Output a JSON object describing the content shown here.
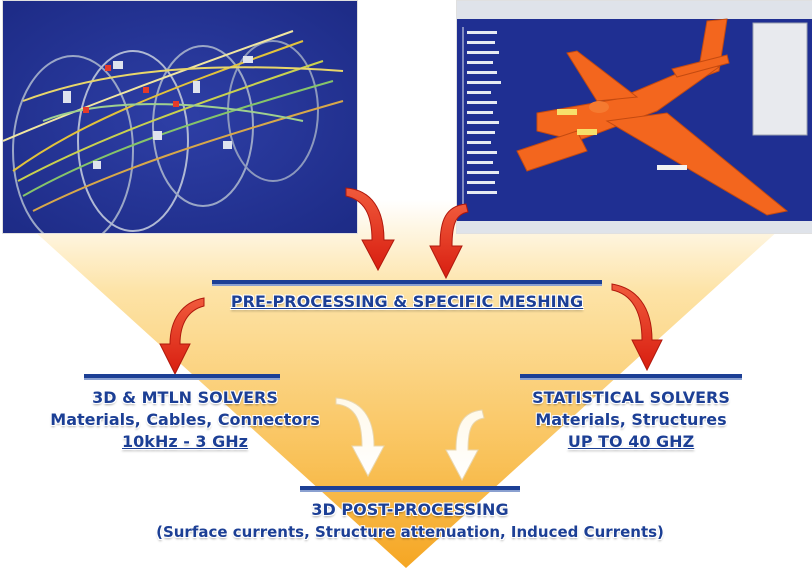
{
  "preprocessing": {
    "title": "PRE-PROCESSING & SPECIFIC MESHING"
  },
  "solvers_3d": {
    "title": "3D & MTLN SOLVERS",
    "subtitle": "Materials, Cables, Connectors",
    "range": "10kHz - 3 GHz"
  },
  "solvers_stat": {
    "title": "STATISTICAL SOLVERS",
    "subtitle": "Materials, Structures",
    "range": "UP TO 40 GHZ"
  },
  "postprocessing": {
    "title": "3D POST-PROCESSING",
    "subtitle": "(Surface currents, Structure attenuation, Induced Currents)"
  },
  "colors": {
    "accent_blue": "#1c3f95",
    "arrow_red": "#e8281e",
    "arrow_white": "#ffffff",
    "funnel_orange": "#f9c25a",
    "screen_blue": "#1f2f92"
  },
  "icons": {
    "cable_harness_view": "cable-harness-render",
    "aircraft_model_view": "aircraft-cad-render"
  }
}
